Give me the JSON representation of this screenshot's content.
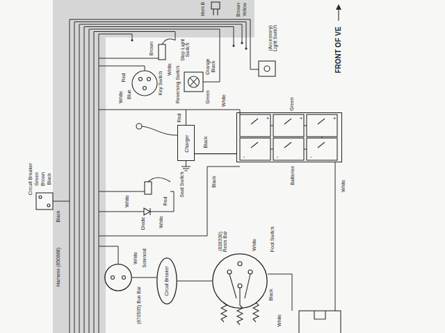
{
  "diagram": {
    "nodes": [
      {
        "text": [
          "Charger"
        ]
      },
      {
        "text": [
          "Batteries"
        ]
      },
      {
        "text": [
          "Solenoid"
        ]
      },
      {
        "text": [
          "Circuit Breaker"
        ]
      },
      {
        "text": [
          "Foot Switch"
        ]
      }
    ],
    "edges": [
      {
        "from": 0,
        "to": 1,
        "arrow": "none"
      },
      {
        "from": 2,
        "to": 3,
        "arrow": "none"
      },
      {
        "from": 3,
        "to": 4,
        "arrow": "none"
      }
    ],
    "labels": [
      "Horn B",
      "Brown",
      "Yellow",
      "(Accessory) Light Switch",
      "FRONT OF VE",
      "Brown",
      "Stop Light Switch",
      "White",
      "Red",
      "Key Switch",
      "Blue",
      "White",
      "Reversing Switch",
      "Orange",
      "Black",
      "Green",
      "White",
      "Green",
      "+",
      "+",
      "+",
      "-",
      "-",
      "-",
      "Red",
      "Black",
      "White",
      "Black",
      "Seat Switch",
      "Red",
      "Circuit Breaker",
      "Green",
      "Brown",
      "Black",
      "Black",
      "White",
      "Diode",
      "White",
      "Harness (850888)",
      "White",
      "(828330) Resis Bar",
      "White",
      "(870505) Bus Bar",
      "Black",
      "White"
    ]
  }
}
